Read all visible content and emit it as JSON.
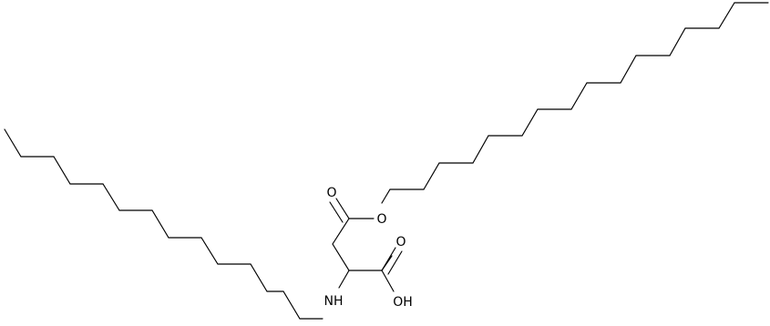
{
  "structure": {
    "atom_labels": {
      "ester_oxygen": "O",
      "ester_carbonyl_oxygen": "O",
      "acid_carbonyl_oxygen": "O",
      "hydroxyl": "OH",
      "amine": "NH"
    }
  }
}
